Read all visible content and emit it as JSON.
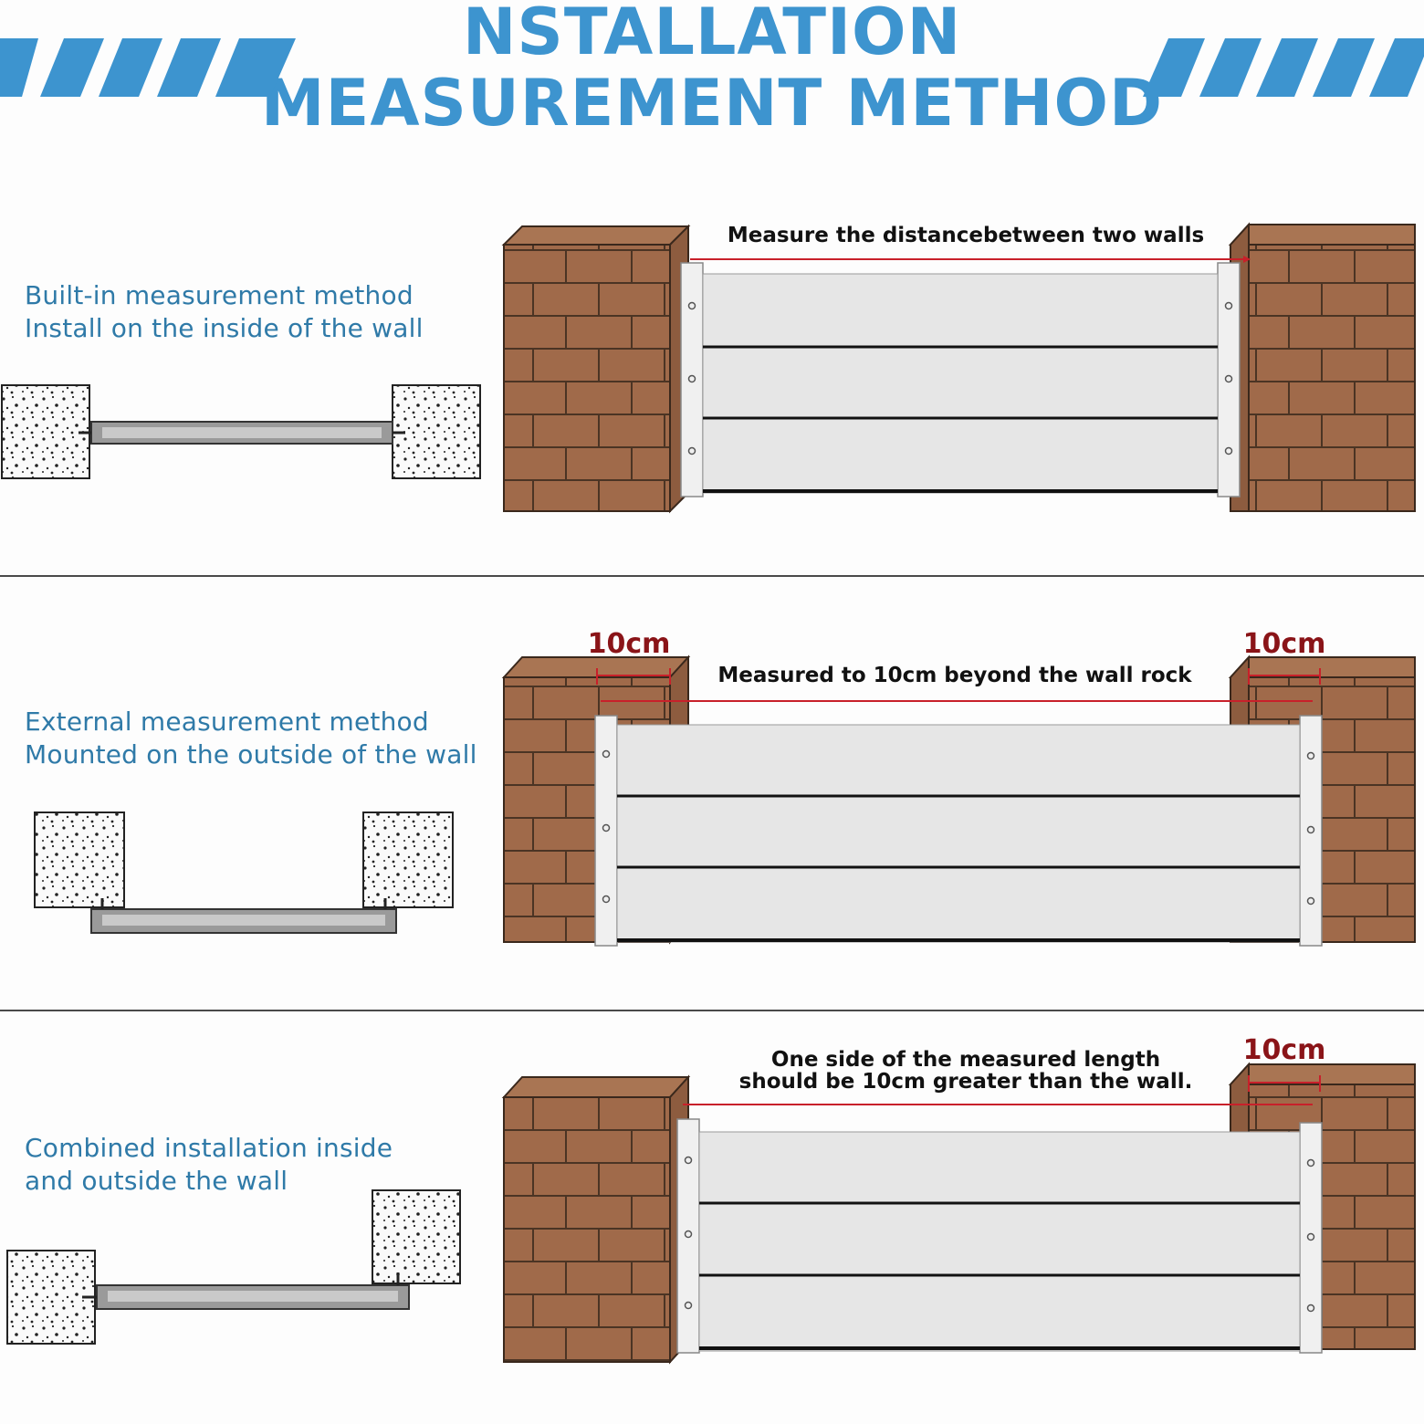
{
  "header": {
    "title_line1": "NSTALLATION",
    "title_line2": "MEASUREMENT METHOD",
    "accent_color": "#3d94cf"
  },
  "sections": [
    {
      "method_line1": "Built-in measurement method",
      "method_line2": "Install on the inside of the wall",
      "caption": "Measure the distancebetween two walls"
    },
    {
      "method_line1": "External measurement method",
      "method_line2": "Mounted on the outside of the wall",
      "caption": "Measured to 10cm beyond the wall rock",
      "left_offset": "10cm",
      "right_offset": "10cm"
    },
    {
      "method_line1": "Combined installation inside",
      "method_line2": "and outside the wall",
      "caption_line1": "One side of the measured length",
      "caption_line2": "should be 10cm greater than the wall.",
      "right_offset": "10cm"
    }
  ],
  "colors": {
    "brick": "#a06a4a",
    "mortar": "#4b3424",
    "panel": "#e6e6e6",
    "measure_line": "#c8202a",
    "offset_label": "#8a1418"
  }
}
